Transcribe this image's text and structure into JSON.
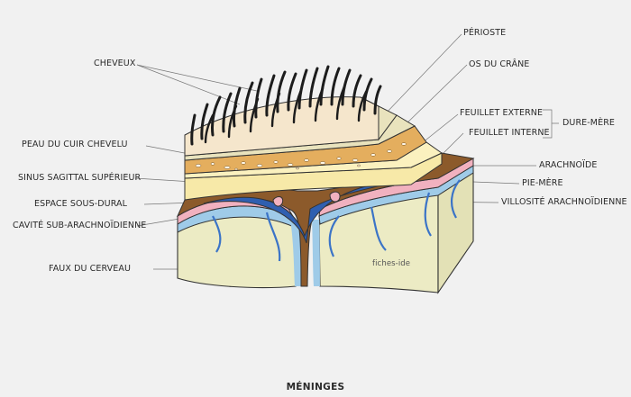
{
  "diagram": {
    "title": "MÉNINGES",
    "watermark": "fiches-ide",
    "labels": {
      "cheveux": "CHEVEUX",
      "peau": "PEAU DU CUIR CHEVELU",
      "sinus": "SINUS SAGITTAL SUPÉRIEUR",
      "espace": "ESPACE SOUS-DURAL",
      "cavite": "CAVITÉ SUB-ARACHNOÏDIENNE",
      "faux": "FAUX DU CERVEAU",
      "perioste": "PÉRIOSTE",
      "os": "OS DU CRÂNE",
      "feuillet_externe": "FEUILLET EXTERNE",
      "feuillet_interne": "FEUILLET INTERNE",
      "dure_mere": "DURE-MÈRE",
      "arachnoide": "ARACHNOÏDE",
      "pie_mere": "PIE-MÈRE",
      "villosite": "VILLOSITÉ ARACHNOÏDIENNE"
    },
    "colors": {
      "skin": "#f5e6cc",
      "bone": "#e4ae5e",
      "dura": "#f7e9a8",
      "pia": "#f1b1bf",
      "csf": "#9fcbe8",
      "sinus": "#2f5fb0",
      "falx": "#8c5a2b",
      "brain": "#ecebc4",
      "hair": "#1c1c1c"
    }
  }
}
